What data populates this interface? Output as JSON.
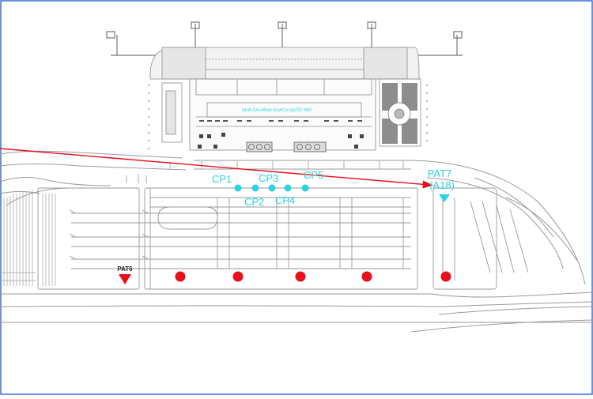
{
  "terminal": {
    "label": "NHÀ GA HÀNH KHÁCH QUỐC NỘI"
  },
  "checkpoints": [
    {
      "label": "CP1"
    },
    {
      "label": "CP2"
    },
    {
      "label": "CP3"
    },
    {
      "label": "CP4"
    },
    {
      "label": "CP5"
    }
  ],
  "markers": {
    "pat6": {
      "label": "PAT6"
    },
    "pat7": {
      "label": "PAT7",
      "sublabel": "(A18)"
    }
  },
  "colors": {
    "line": "#9a9a9a",
    "accent": "#29d3e0",
    "red": "#e8101a",
    "border": "#3b6fd1",
    "pat6": "#e8101a",
    "pat7": "#29d3e0"
  }
}
